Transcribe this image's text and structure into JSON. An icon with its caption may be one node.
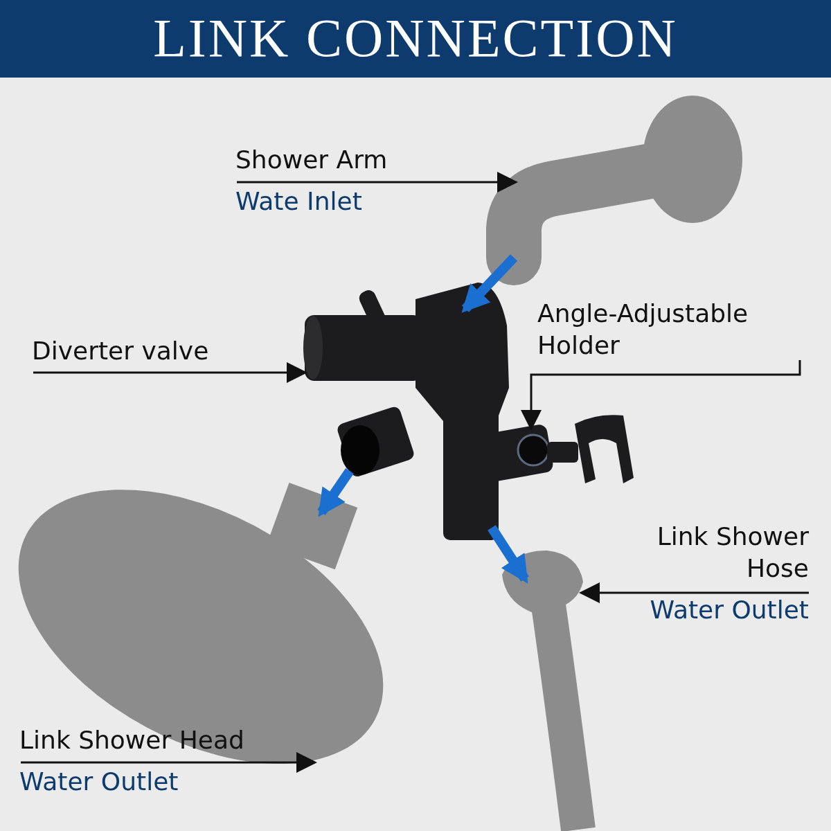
{
  "diagram": {
    "title": "LINK CONNECTION",
    "nodes": [
      {
        "text": [
          "Shower Arm",
          "Wate Inlet"
        ]
      },
      {
        "text": [],
        "shape": "picture"
      },
      {
        "text": [
          "Diverter valve"
        ]
      },
      {
        "text": [],
        "shape": "picture"
      },
      {
        "text": [
          "Angle-Adjustable Holder"
        ]
      },
      {
        "text": [],
        "shape": "picture"
      },
      {
        "text": [
          "Link Shower Hose",
          "Water Outlet"
        ]
      },
      {
        "text": [],
        "shape": "picture"
      },
      {
        "text": [
          "Link Shower Head",
          "Water Outlet"
        ]
      },
      {
        "text": [],
        "shape": "picture"
      }
    ],
    "edges": [
      {
        "from": 0,
        "to": 1,
        "arrow": "to"
      },
      {
        "from": 2,
        "to": 3,
        "arrow": "to"
      },
      {
        "from": 4,
        "to": 5,
        "arrow": "to"
      },
      {
        "from": 6,
        "to": 7,
        "arrow": "to"
      },
      {
        "from": 8,
        "to": 9,
        "arrow": "to"
      },
      {
        "from": 1,
        "to": 3,
        "arrow": "to",
        "style": "thick",
        "color": "#1a6fd0"
      },
      {
        "from": 3,
        "to": 9,
        "arrow": "to",
        "style": "thick",
        "color": "#1a6fd0"
      },
      {
        "from": 3,
        "to": 7,
        "arrow": "to",
        "style": "thick",
        "color": "#1a6fd0"
      }
    ]
  }
}
